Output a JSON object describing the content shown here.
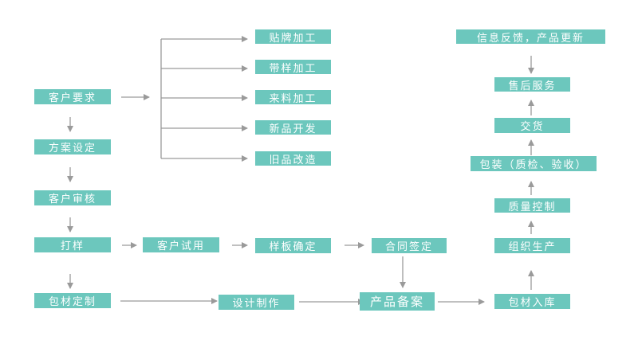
{
  "nodes": {
    "customer_requirement": "客户要求",
    "plan_setting": "方案设定",
    "customer_review": "客户审核",
    "sampling": "打样",
    "packaging_material": "包材定制",
    "customer_trial": "客户试用",
    "sample_confirm": "样板确定",
    "contract_sign": "合同签定",
    "design_production": "设计制作",
    "product_filing": "产品备案",
    "oem_label": "贴牌加工",
    "sample_processing": "带样加工",
    "material_processing": "来料加工",
    "new_product_dev": "新品开发",
    "old_product_renovation": "旧品改造",
    "info_feedback": "信息反馈，产品更新",
    "after_sales": "售后服务",
    "delivery": "交货",
    "packing_inspection": "包装（质检、验收）",
    "quality_control": "质量控制",
    "organize_production": "组织生产",
    "packaging_warehousing": "包材入库"
  },
  "colors": {
    "box": "#6cc7bd",
    "text": "#ffffff",
    "arrow": "#9a9a9a"
  }
}
